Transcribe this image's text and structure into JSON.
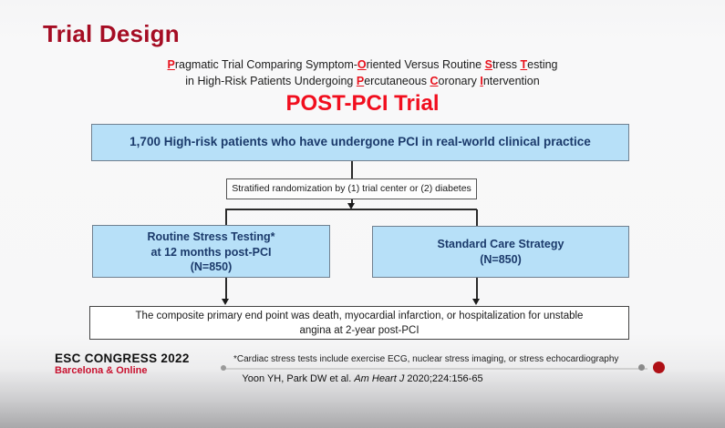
{
  "slide": {
    "title": "Trial Design",
    "subtitle": {
      "line1": [
        {
          "t": "P",
          "red": true
        },
        {
          "t": "ragmatic Trial Comparing Symptom-",
          "red": false
        },
        {
          "t": "O",
          "red": true
        },
        {
          "t": "riented Versus Routine ",
          "red": false
        },
        {
          "t": "S",
          "red": true
        },
        {
          "t": "tress ",
          "red": false
        },
        {
          "t": "T",
          "red": true
        },
        {
          "t": "esting",
          "red": false
        }
      ],
      "line2": [
        {
          "t": "in High-Risk Patients Undergoing ",
          "red": false
        },
        {
          "t": "P",
          "red": true
        },
        {
          "t": "ercutaneous ",
          "red": false
        },
        {
          "t": "C",
          "red": true
        },
        {
          "t": "oronary ",
          "red": false
        },
        {
          "t": "I",
          "red": true
        },
        {
          "t": "ntervention",
          "red": false
        }
      ]
    },
    "trial_heading": "POST-PCI Trial"
  },
  "flowchart": {
    "population_box": "1,700 High-risk patients who have undergone PCI in real-world clinical practice",
    "randomization_box": "Stratified randomization by (1) trial center or (2) diabetes",
    "arm_left": {
      "lines": [
        "Routine Stress Testing*",
        "at 12 months post-PCI",
        "(N=850)"
      ]
    },
    "arm_right": {
      "lines": [
        "Standard Care Strategy",
        "(N=850)"
      ]
    },
    "endpoint_lines": [
      "The composite primary end point was death, myocardial infarction, or hospitalization for unstable",
      "angina at 2-year post-PCI"
    ]
  },
  "footer": {
    "congress": "ESC CONGRESS 2022",
    "location": "Barcelona & Online",
    "footnote": "*Cardiac stress tests include exercise ECG, nuclear stress imaging, or stress echocardiography",
    "citation": {
      "pre": "Yoon YH, Park DW et al. ",
      "journal": "Am Heart J",
      "post": " 2020;224:156-65"
    }
  },
  "colors": {
    "title_red": "#A50D24",
    "accent_red": "#F10E1E",
    "highlight_red": "#E8101B",
    "box_fill": "#B7E0F8",
    "box_border": "#70808F",
    "navy_text": "#1B3A6B",
    "footer_red": "#C8102E",
    "dot_red": "#AF1016"
  }
}
